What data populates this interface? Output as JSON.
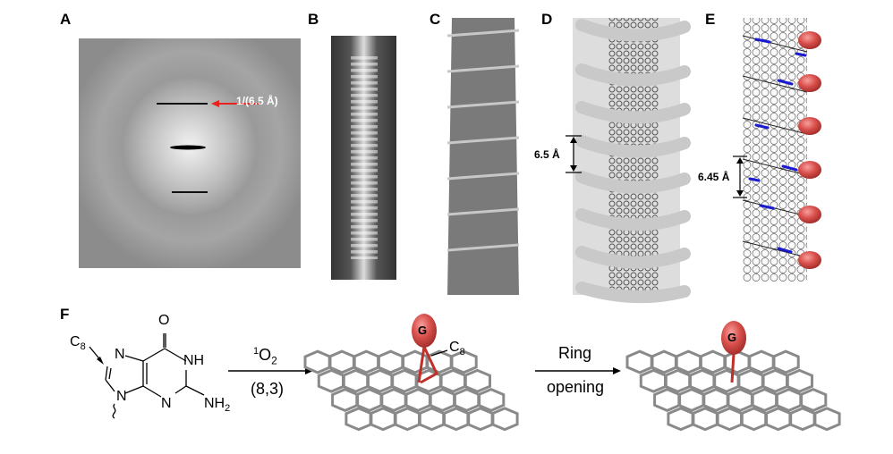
{
  "panels": {
    "a": "A",
    "b": "B",
    "c": "C",
    "d": "D",
    "e": "E",
    "f": "F"
  },
  "a_annotation": "1/(6.5 Å)",
  "d_annotation": "6.5 Å",
  "e_annotation": "6.45 Å",
  "f": {
    "c8_label": "C",
    "c8_sub": "8",
    "atoms": {
      "o": "O",
      "nh": "NH",
      "n7": "N",
      "n9": "N",
      "n3": "N",
      "nh2": "NH",
      "nh2_sub": "2"
    },
    "reagent_sup": "1",
    "reagent": "O",
    "reagent_sub": "2",
    "nanotube": "(8,3)",
    "g1": "G",
    "g2": "G",
    "c8_tube": "C",
    "c8_tube_sub": "8",
    "step2_line1": "Ring",
    "step2_line2": "opening"
  },
  "colors": {
    "arrow_red": "#e8221c",
    "guanine_red": "#d9504c",
    "bond_blue": "#1a1ad0"
  }
}
